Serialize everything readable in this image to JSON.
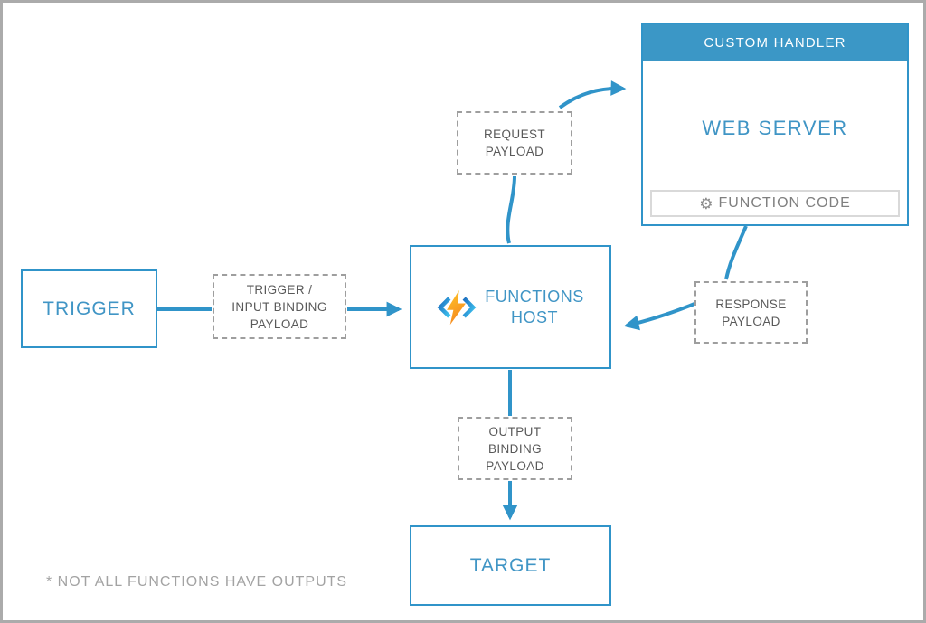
{
  "colors": {
    "accent_blue": "#3094C9",
    "header_blue": "#3B97C6",
    "label_blue": "#4095C5",
    "dashed_border_gray": "#9E9E9E",
    "payload_text_gray": "#595959",
    "function_code_gray": "#7F7F7F",
    "footnote_gray": "#A3A3A3",
    "frame_border_gray": "#ABABAB",
    "bolt_orange_top": "#FFC927",
    "bolt_orange_bottom": "#F6891F",
    "bracket_blue_dark": "#1E6FC0",
    "bracket_blue_light": "#3FC6F1"
  },
  "icons": {
    "gear": "⚙",
    "functions_logo": "azure-functions-lightning-bolt"
  },
  "custom_handler": {
    "title": "CUSTOM HANDLER",
    "web_server": "WEB SERVER",
    "function_code": "FUNCTION CODE"
  },
  "nodes": {
    "trigger": "TRIGGER",
    "functions_host_line1": "FUNCTIONS",
    "functions_host_line2": "HOST",
    "target": "TARGET"
  },
  "payloads": {
    "trigger_input": {
      "line1": "TRIGGER /",
      "line2": "INPUT BINDING",
      "line3": "PAYLOAD"
    },
    "request": {
      "line1": "REQUEST",
      "line2": "PAYLOAD"
    },
    "response": {
      "line1": "RESPONSE",
      "line2": "PAYLOAD"
    },
    "output": {
      "line1": "OUTPUT",
      "line2": "BINDING",
      "line3": "PAYLOAD"
    }
  },
  "footnote": "* NOT ALL FUNCTIONS HAVE OUTPUTS"
}
